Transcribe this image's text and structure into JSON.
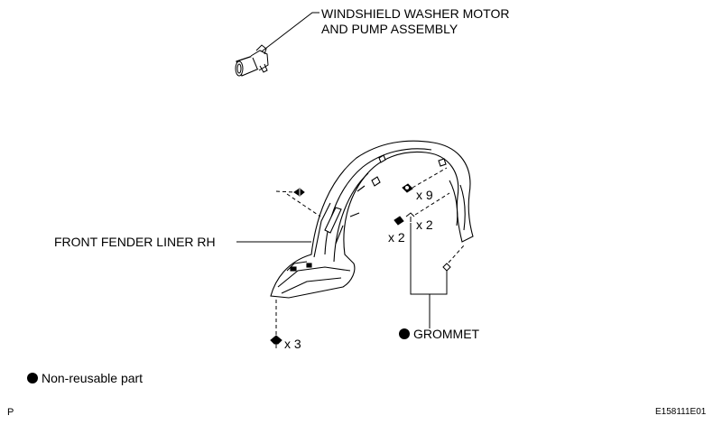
{
  "labels": {
    "washer_line1": "WINDSHIELD WASHER MOTOR",
    "washer_line2": "AND PUMP ASSEMBLY",
    "fender_liner": "FRONT FENDER LINER RH",
    "grommet": "GROMMET",
    "non_reusable": "Non-reusable part"
  },
  "quantities": {
    "clip_upper": "x 9",
    "screw_right": "x 2",
    "screw_left": "x 2",
    "bottom": "x 3"
  },
  "footer": {
    "left_code": "P",
    "right_code": "E158111E01"
  },
  "colors": {
    "line": "#000000",
    "background": "#ffffff"
  }
}
